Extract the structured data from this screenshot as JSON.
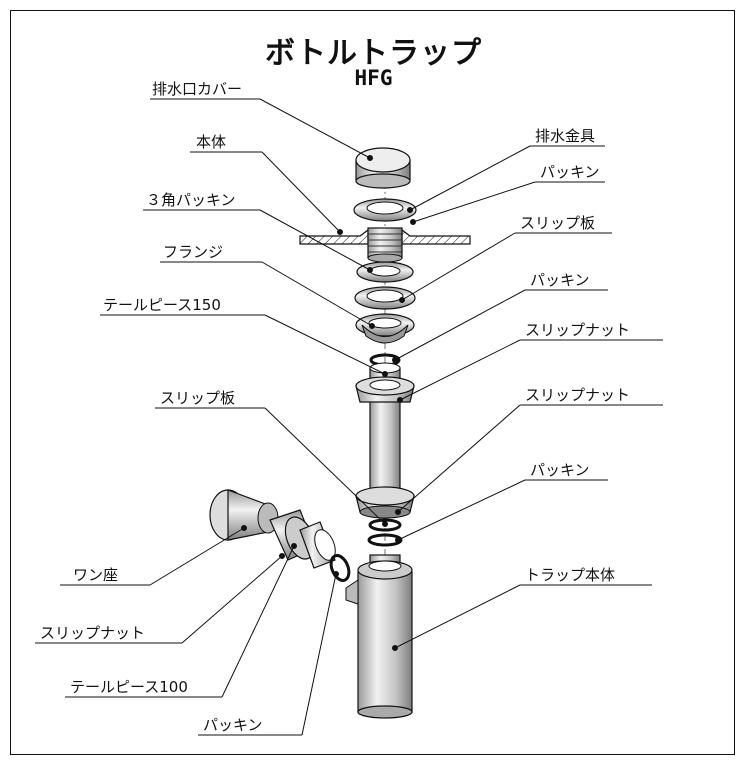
{
  "title": "ボトルトラップ",
  "model": "HFG",
  "labels": {
    "haisuiguchi_cover": "排水口カバー",
    "hontai": "本体",
    "sankaku_packing": "３角パッキン",
    "flange": "フランジ",
    "tailpiece150": "テールピース150",
    "slip_ita_left": "スリップ板",
    "wanza": "ワン座",
    "slip_nut_left": "スリップナット",
    "tailpiece100": "テールピース100",
    "packing_bottom": "パッキン",
    "haisui_kanagu": "排水金具",
    "packing_1": "パッキン",
    "slip_ita_right": "スリップ板",
    "packing_2": "パッキン",
    "slip_nut_1": "スリップナット",
    "slip_nut_2": "スリップナット",
    "packing_3": "パッキン",
    "trap_hontai": "トラップ本体"
  }
}
